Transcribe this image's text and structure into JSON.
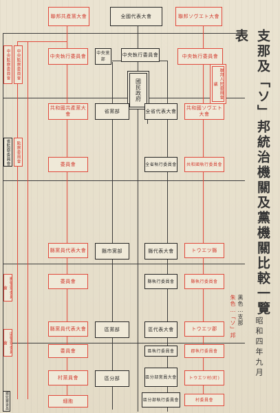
{
  "title": "支那及「ソ」邦統治機關及黨機關比較一覽表",
  "legend": {
    "black": "黑色…支那",
    "red": "朱色…「ソ」邦"
  },
  "date": "昭和四年九月",
  "top": {
    "national_congress": "全國代表大會",
    "party_congress_left": "聯邦共產黨大會",
    "soviet_congress_right": "聯邦ソヴエト大會"
  },
  "level1": {
    "central_party": "中央黨部",
    "central_exec": "中央執行委員會",
    "left_exec": "中央執行委員會",
    "right_exec": "中央執行委員會",
    "left_control": "中央監察委員會",
    "left_control2": "中央監察委員會",
    "national_gov": "國民政府",
    "soviet_council": "聯邦人民委員會議"
  },
  "level2": {
    "left_rep_congress": "共和國共產黨大會",
    "province_party": "省黨部",
    "province_congress": "全省代表大會",
    "right_rep_congress": "共和國ソヴエト大會",
    "left_side1": "省監察委員會",
    "left_side2": "監察委員會",
    "left_committee": "委員會",
    "province_exec": "全省執行委員會",
    "right_exec": "共和國執行委員會"
  },
  "level3": {
    "left_congress": "縣黨員代表大會",
    "city_party": "縣市黨部",
    "city_congress": "縣代表大會",
    "right_soviet": "トウエツ縣"
  },
  "level4": {
    "left_side1": "縣監察委員會",
    "left_committee": "委員會",
    "county_exec": "縣執行委員會",
    "right_exec": "縣執行委員會"
  },
  "level5": {
    "left_congress": "縣黨員代表大會",
    "district_party": "區黨部",
    "district_congress": "區代表大會",
    "right_soviet": "トウエツ郡",
    "left_side1": "區監察委員會",
    "left_committee": "委員會",
    "district_exec": "區執行委員會",
    "right_exec": "郡執行委員會"
  },
  "level6": {
    "left_meeting": "村黨員會",
    "sub_party": "區分部",
    "sub_meeting": "區分部黨員大會",
    "right_soviet": "トウエツ村(町)",
    "sub_exec": "區分部執行委員會",
    "cell": "細胞",
    "right_exec": "村委員會",
    "left_small": "鄉監察委員"
  }
}
